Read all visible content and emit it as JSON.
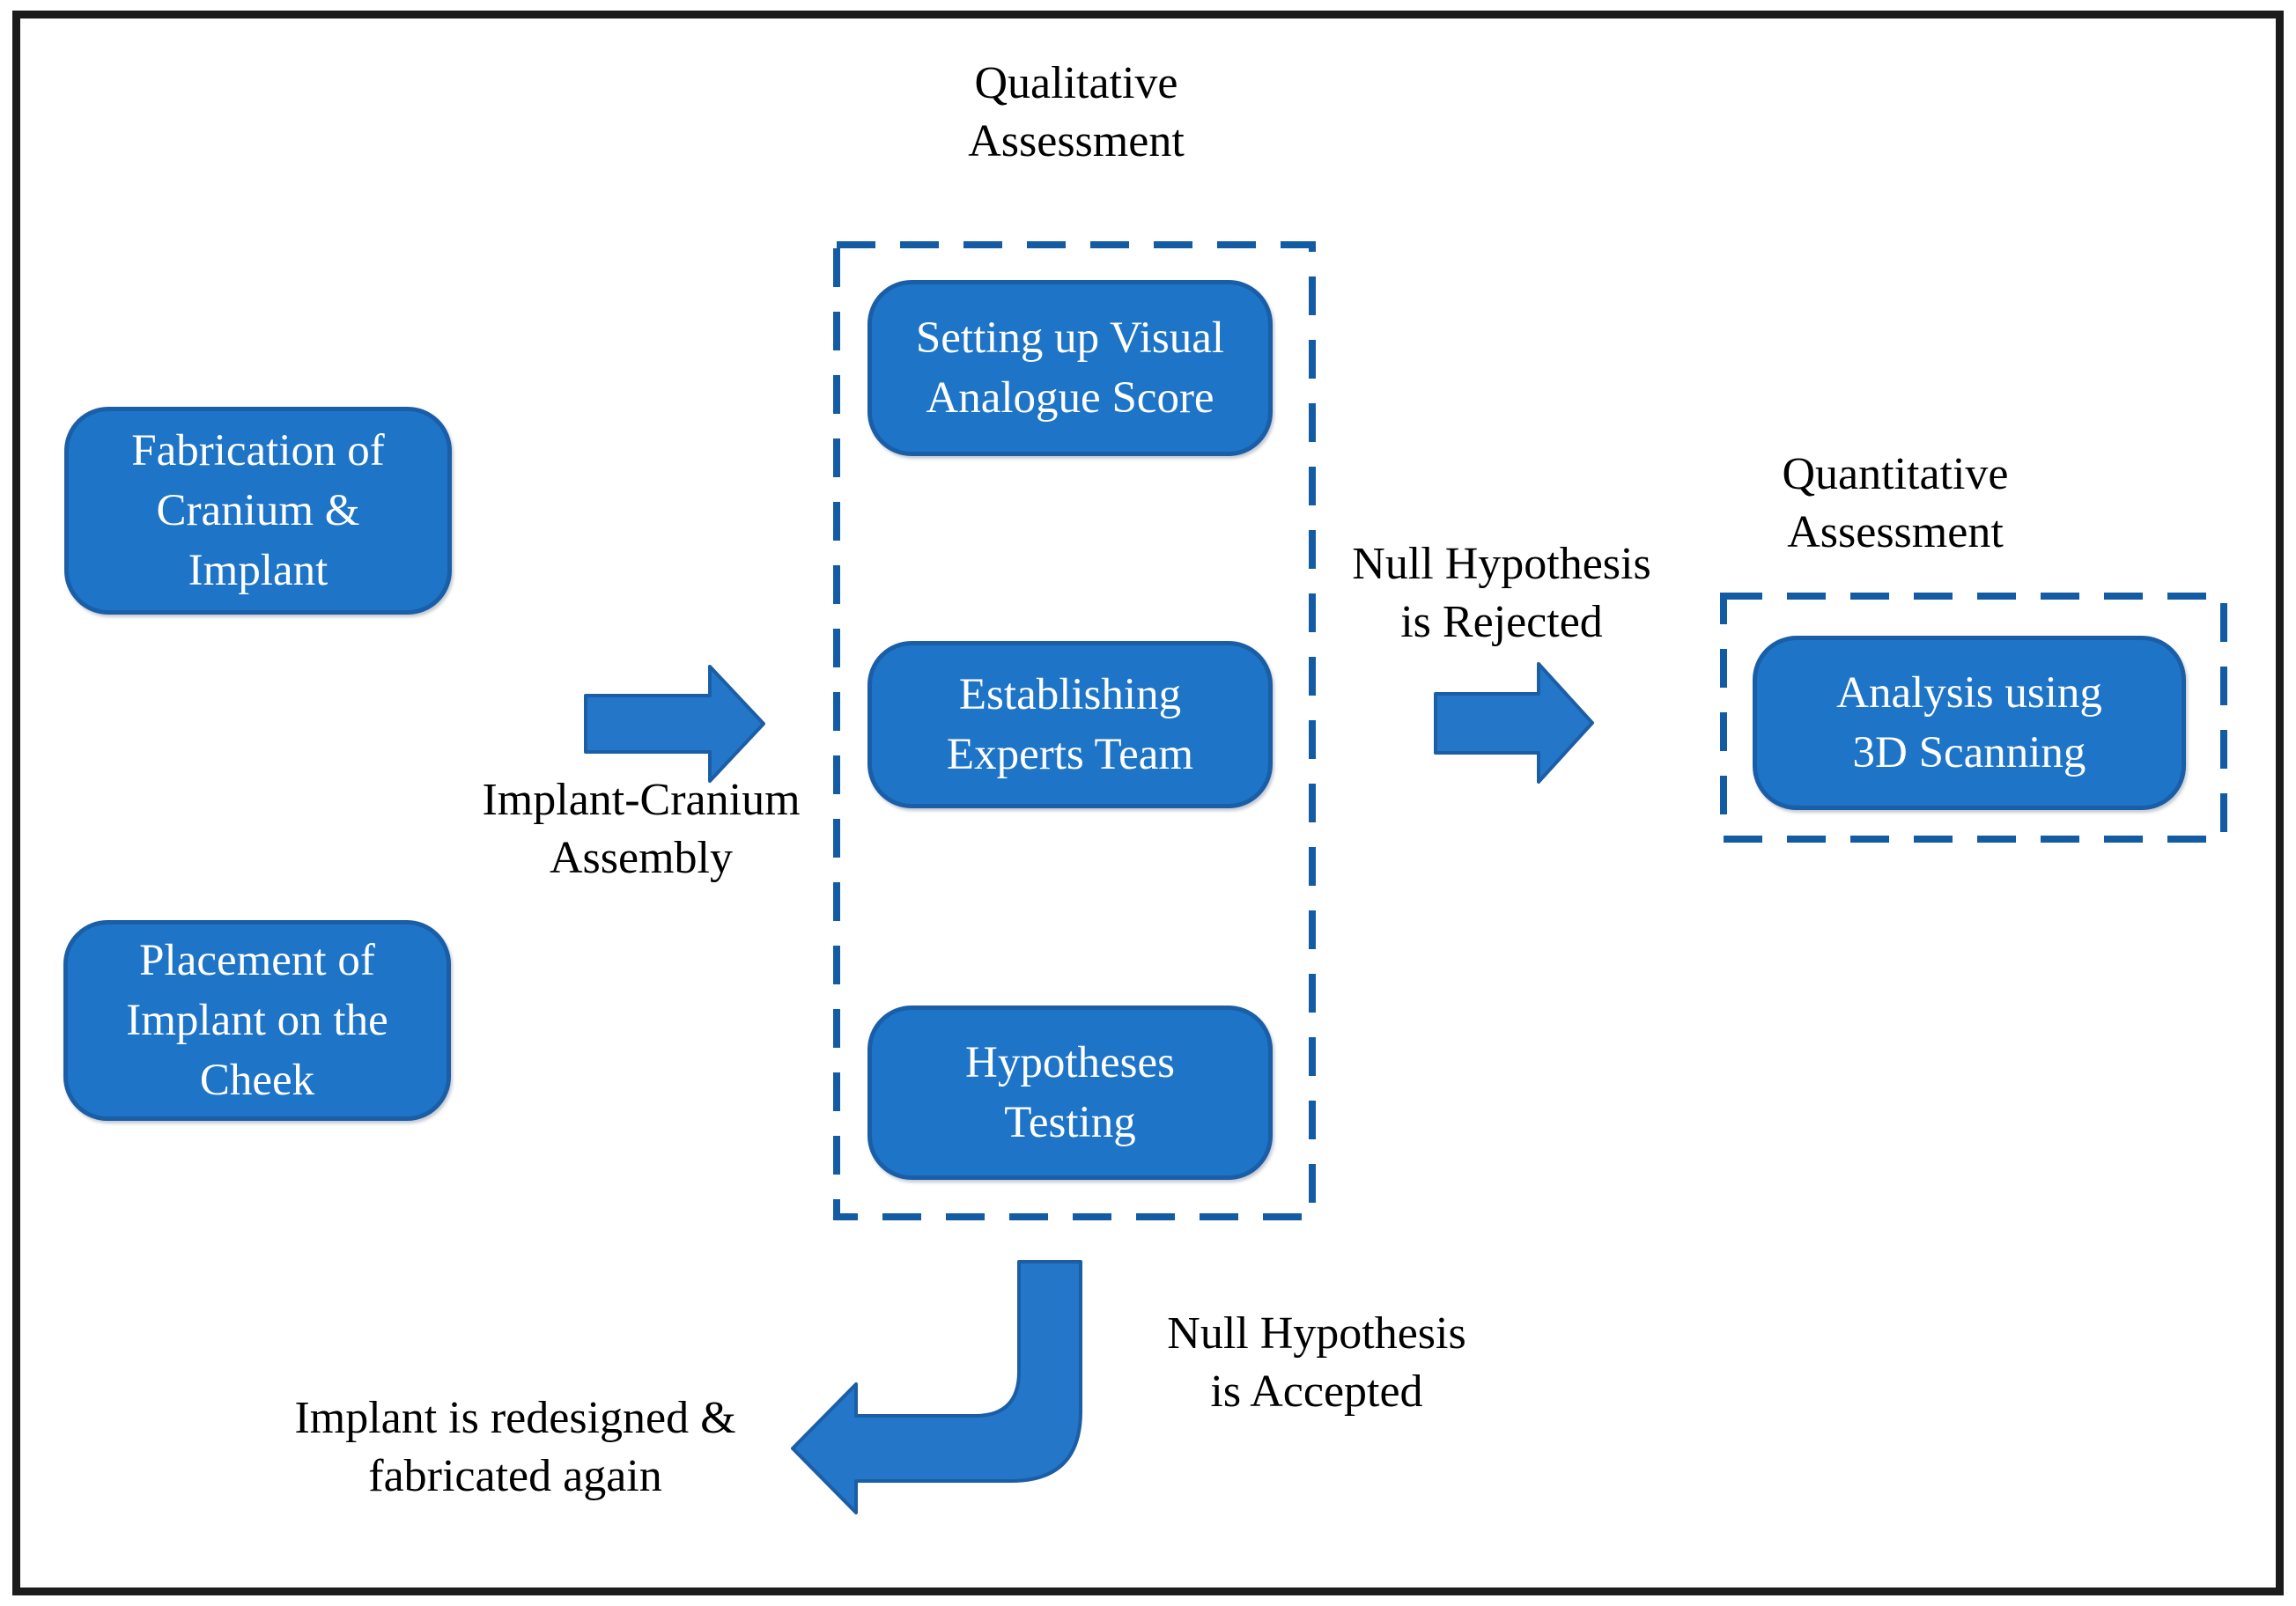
{
  "colors": {
    "background": "#FFFFFF",
    "frame_border": "#1B1B1B",
    "box_fill": "#1E74C6",
    "box_border": "#1A5EA8",
    "box_text": "#FFFFFF",
    "dashed_border": "#135CA4",
    "arrow_fill": "#2376C8",
    "arrow_border": "#1B5EA6",
    "label_text": "#000000"
  },
  "labels": {
    "qualitative_assessment": "Qualitative\nAssessment",
    "quantitative_assessment": "Quantitative\nAssessment",
    "implant_cranium_assembly": "Implant-Cranium\nAssembly",
    "null_hypothesis_rejected": "Null Hypothesis\nis Rejected",
    "null_hypothesis_accepted": "Null Hypothesis\nis Accepted",
    "implant_redesigned": "Implant is redesigned &\nfabricated again"
  },
  "boxes": {
    "fabrication": "Fabrication of\nCranium &\nImplant",
    "placement": "Placement of\nImplant on the\nCheek",
    "visual_analogue": "Setting up Visual\nAnalogue Score",
    "experts_team": "Establishing\nExperts Team",
    "hypotheses_testing": "Hypotheses\nTesting",
    "analysis_3d": "Analysis using\n3D Scanning"
  }
}
